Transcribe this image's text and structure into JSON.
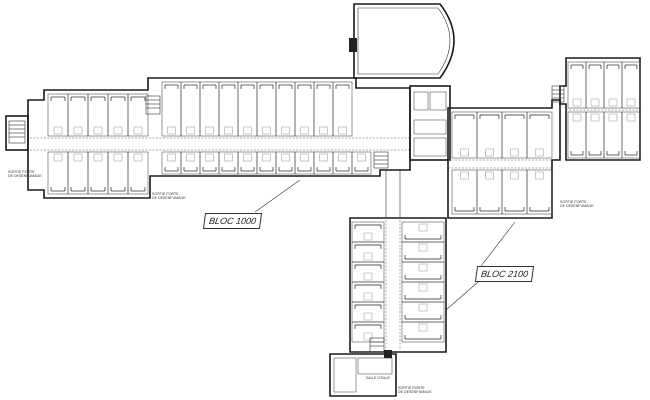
{
  "blocks": {
    "bloc_1000": "BLOC 1000",
    "bloc_2100": "BLOC 2100"
  },
  "notes": {
    "exit_left_1": "SORTIE PORTE",
    "exit_left_2": "DE DESENFUMAGE",
    "exit_mid_1": "SORTIE PORTE",
    "exit_mid_2": "DE DESENFUMAGE",
    "exit_right_1": "SORTIE PORTE",
    "exit_right_2": "DE DESENFUMAGE",
    "exit_bottom_1": "SORTIE PORTE",
    "exit_bottom_2": "DE DESENFUMAGE",
    "service_room": "SALLE D'EAUX"
  }
}
